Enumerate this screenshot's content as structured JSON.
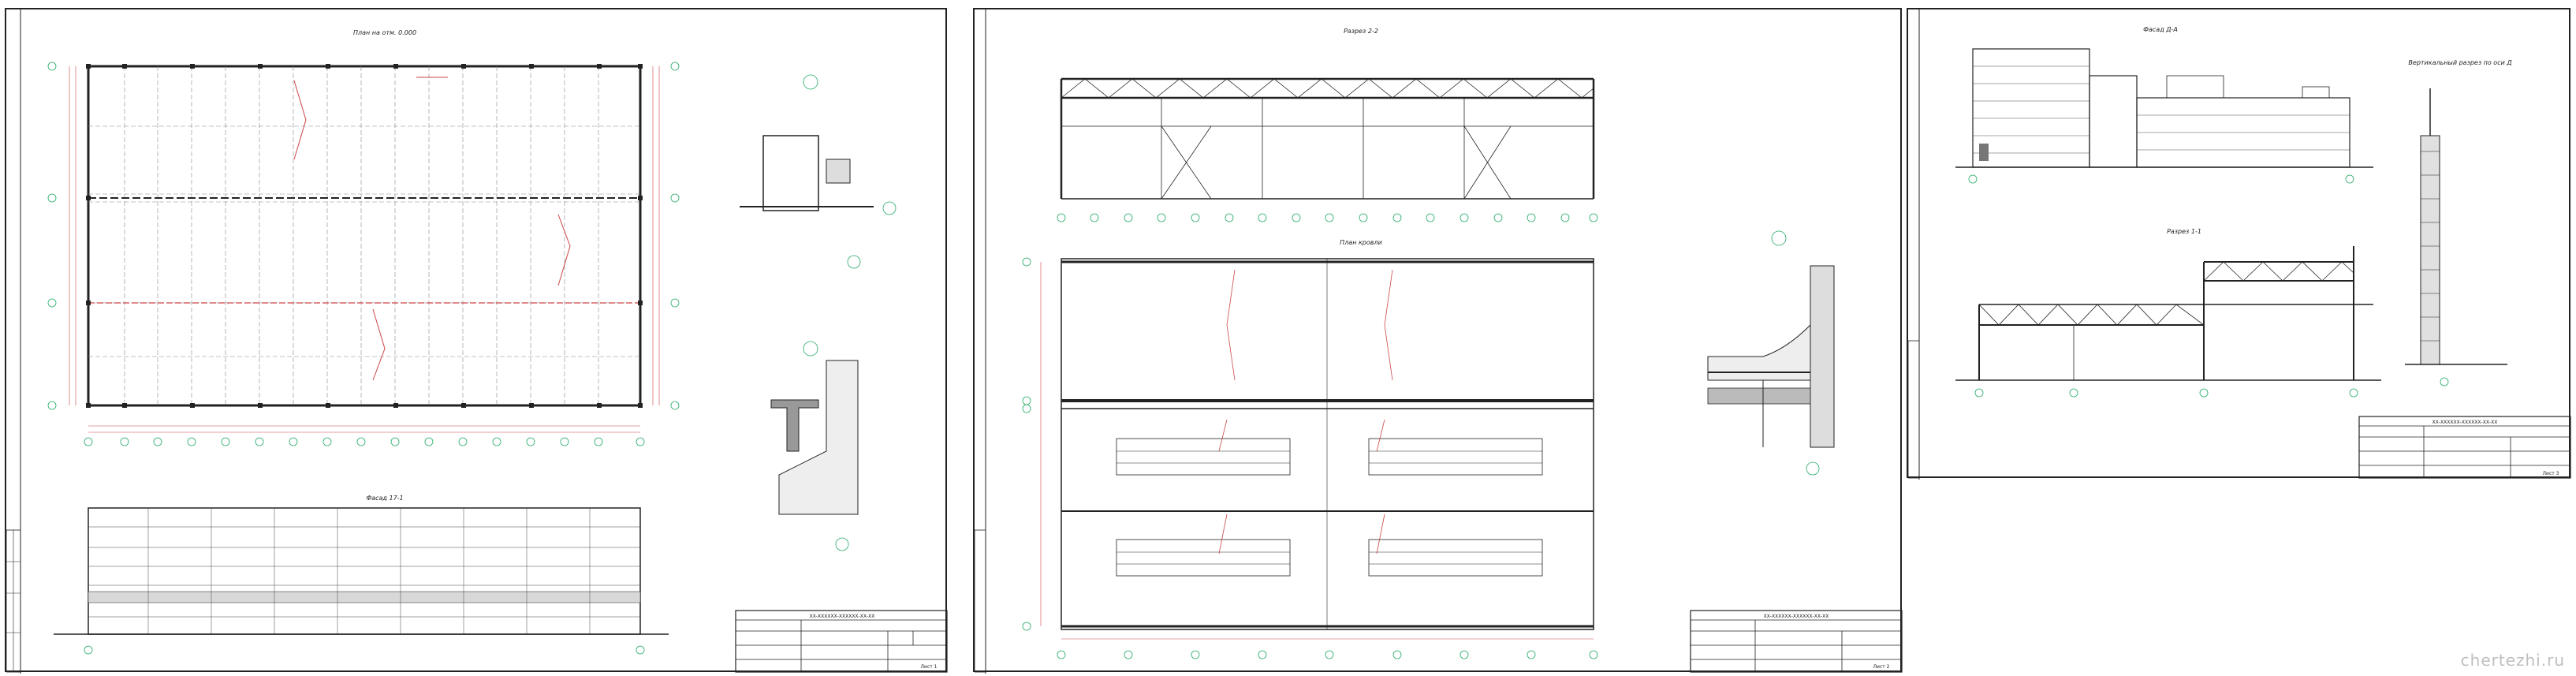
{
  "sheet1": {
    "plan_title": "План на отм. 0.000",
    "facade_title": "Фасад 17-1",
    "stamp_code": "ХХ-ХХХХХХ-ХХХХХХ-ХХ-ХХ",
    "stamp_sheet": "Лист 1"
  },
  "sheet2": {
    "section_title": "Разрез 2-2",
    "roof_title": "План кровли",
    "stamp_code": "ХХ-ХХХХХХ-ХХХХХХ-ХХ-ХХ",
    "stamp_sheet": "Лист 2"
  },
  "sheet3": {
    "facade_title": "Фасад Д-А",
    "section_title": "Разрез 1-1",
    "vertical_title": "Вертикальный разрез по оси Д",
    "stamp_code": "ХХ-ХХХХХХ-ХХХХХХ-ХХ-ХХ",
    "stamp_sheet": "Лист 3"
  },
  "watermark": "chertezhi.ru"
}
